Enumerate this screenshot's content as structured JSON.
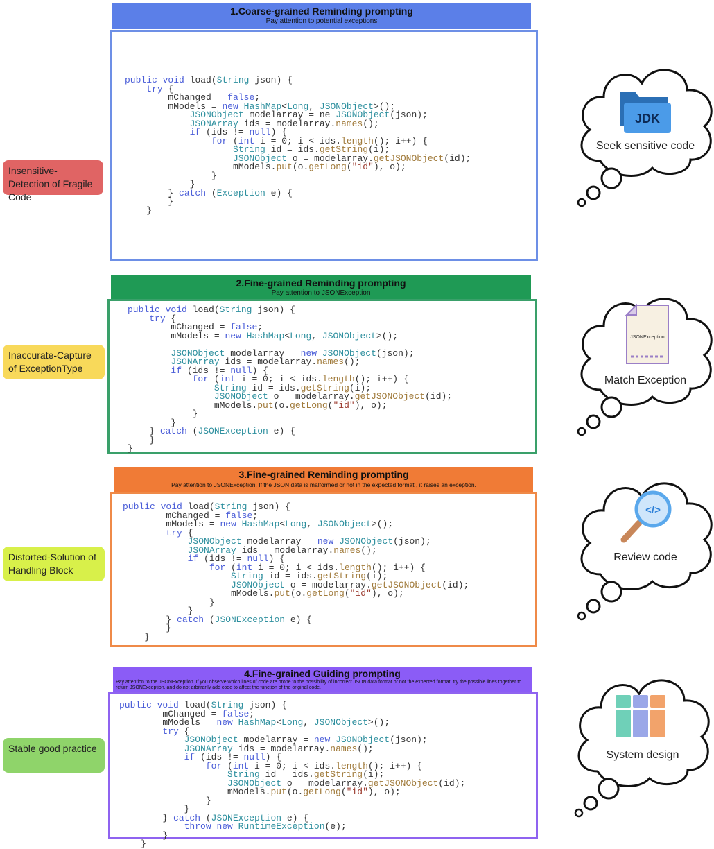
{
  "colors": {
    "p1": "#5b7fe8",
    "p1_border": "#6d8fe6",
    "p2": "#1f9a55",
    "p2_border": "#3aa06a",
    "p3": "#f07b36",
    "p3_border": "#ef8a48",
    "p4": "#8b5cf6",
    "p4_border": "#8f63f0",
    "side1": "#e06464",
    "side2": "#f8d95a",
    "side3": "#d8f04a",
    "side4": "#8fd46a"
  },
  "panels": [
    {
      "title": "1.Coarse-grained Reminding prompting",
      "subtitle": "Pay attention to potential exceptions",
      "side_label": "Insensitive-Detection of Fragile Code",
      "cloud_label": "Seek sensitive code",
      "icon": "jdk-folder-icon",
      "icon_text": "JDK"
    },
    {
      "title": "2.Fine-grained Reminding prompting",
      "subtitle": "Pay attention to JSONException",
      "side_label": "Inaccurate-Capture of ExceptionType",
      "cloud_label": "Match Exception",
      "icon": "exception-file-icon",
      "icon_text": "JSONException"
    },
    {
      "title": "3.Fine-grained Reminding prompting",
      "subtitle": "Pay attention to JSONException. If the JSON data is malformed or not in the expected format , it raises an exception.",
      "side_label": "Distorted-Solution of Handling Block",
      "cloud_label": "Review code",
      "icon": "code-magnifier-icon",
      "icon_text": "</>"
    },
    {
      "title": "4.Fine-grained Guiding prompting",
      "subtitle": "Pay attention to the JSONException. If you observe which lines of code are prone to the possibility of incorrect JSON data format or not the expected format, try the possible lines together to return JSONException, and do not arbitrarily add code to affect the function of the original code.",
      "side_label": "Stable good practice",
      "cloud_label": "System design",
      "icon": "system-design-icon"
    }
  ],
  "code": {
    "p1": [
      "public void load(String json) {",
      "    try {",
      "        mChanged = false;",
      "        mModels = new HashMap<Long, JSONObject>();",
      "            JSONObject modelarray = ne JSONObject(json);",
      "            JSONArray ids = modelarray.names();",
      "            if (ids != null) {",
      "                for (int i = 0; i < ids.length(); i++) {",
      "                    String id = ids.getString(i);",
      "                    JSONObject o = modelarray.getJSONObject(id);",
      "                    mModels.put(o.getLong(\"id\"), o);",
      "                }",
      "            }",
      "        } catch (Exception e) {",
      "        }",
      "    }"
    ],
    "p2": [
      "public void load(String json) {",
      "    try {",
      "        mChanged = false;",
      "        mModels = new HashMap<Long, JSONObject>();",
      "",
      "        JSONObject modelarray = new JSONObject(json);",
      "        JSONArray ids = modelarray.names();",
      "        if (ids != null) {",
      "            for (int i = 0; i < ids.length(); i++) {",
      "                String id = ids.getString(i);",
      "                JSONObject o = modelarray.getJSONObject(id);",
      "                mModels.put(o.getLong(\"id\"), o);",
      "            }",
      "        }",
      "    } catch (JSONException e) {",
      "    }",
      "}"
    ],
    "p3": [
      "public void load(String json) {",
      "        mChanged = false;",
      "        mModels = new HashMap<Long, JSONObject>();",
      "        try {",
      "            JSONObject modelarray = new JSONObject(json);",
      "            JSONArray ids = modelarray.names();",
      "            if (ids != null) {",
      "                for (int i = 0; i < ids.length(); i++) {",
      "                    String id = ids.getString(i);",
      "                    JSONObject o = modelarray.getJSONObject(id);",
      "                    mModels.put(o.getLong(\"id\"), o);",
      "                }",
      "            }",
      "        } catch (JSONException e) {",
      "        }",
      "    }"
    ],
    "p4": [
      "public void load(String json) {",
      "        mChanged = false;",
      "        mModels = new HashMap<Long, JSONObject>();",
      "        try {",
      "            JSONObject modelarray = new JSONObject(json);",
      "            JSONArray ids = modelarray.names();",
      "            if (ids != null) {",
      "                for (int i = 0; i < ids.length(); i++) {",
      "                    String id = ids.getString(i);",
      "                    JSONObject o = modelarray.getJSONObject(id);",
      "                    mModels.put(o.getLong(\"id\"), o);",
      "                }",
      "            }",
      "        } catch (JSONException e) {",
      "            throw new RuntimeException(e);",
      "        }",
      "    }"
    ]
  }
}
